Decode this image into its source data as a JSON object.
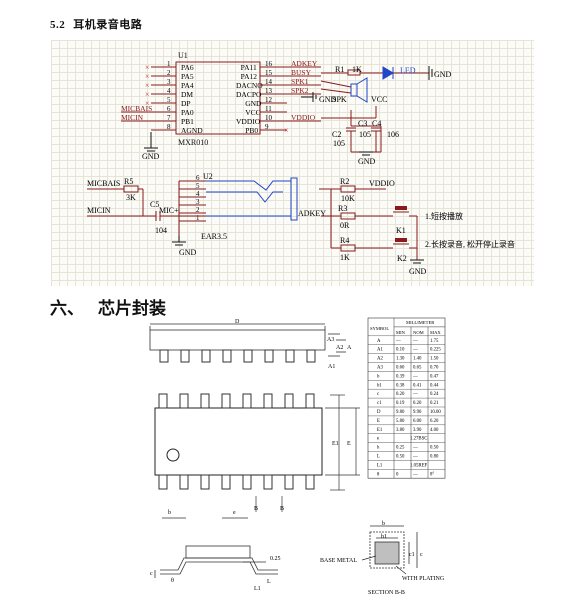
{
  "section": {
    "number": "5.2",
    "title": "耳机录音电路"
  },
  "chapter": {
    "number": "六、",
    "title": "芯片封装"
  },
  "u1": {
    "ref": "U1",
    "part": "MXR010",
    "left_pins": [
      {
        "num": "1",
        "name": "PA6",
        "net": ""
      },
      {
        "num": "2",
        "name": "PA5",
        "net": ""
      },
      {
        "num": "3",
        "name": "PA4",
        "net": ""
      },
      {
        "num": "4",
        "name": "DM",
        "net": ""
      },
      {
        "num": "5",
        "name": "DP",
        "net": ""
      },
      {
        "num": "6",
        "name": "PA0",
        "net": "MICBAIS"
      },
      {
        "num": "7",
        "name": "PB1",
        "net": "MICIN"
      },
      {
        "num": "8",
        "name": "AGND",
        "net": ""
      }
    ],
    "right_pins": [
      {
        "num": "16",
        "name": "PA11",
        "net": "ADKEY"
      },
      {
        "num": "15",
        "name": "PA12",
        "net": "BUSY"
      },
      {
        "num": "14",
        "name": "DACNO",
        "net": "SPK1"
      },
      {
        "num": "13",
        "name": "DACPO",
        "net": "SPK2"
      },
      {
        "num": "12",
        "name": "GND",
        "net": ""
      },
      {
        "num": "11",
        "name": "VCC",
        "net": ""
      },
      {
        "num": "10",
        "name": "VDDIO",
        "net": "VDDIO"
      },
      {
        "num": "9",
        "name": "PB0",
        "net": ""
      }
    ]
  },
  "top_parts": {
    "r1": "R1",
    "r1_val": "1K",
    "led": "LED",
    "gnd": "GND",
    "spk": "SPK",
    "vcc": "VCC",
    "c2": "C2",
    "c2_val": "105",
    "c3": "C3",
    "c3_val": "105",
    "c4": "C4",
    "c4_val": "106"
  },
  "u2": {
    "ref": "U2",
    "part": "EAR3.5",
    "pins": [
      "6",
      "5",
      "4",
      "3",
      "2",
      "1"
    ]
  },
  "bottom_parts": {
    "micbais": "MICBAIS",
    "micin": "MICIN",
    "r5": "R5",
    "r5_val": "3K",
    "c5": "C5",
    "c5_val": "104",
    "micplus": "MIC+",
    "r2": "R2",
    "r2_val": "10K",
    "vddio": "VDDIO",
    "r3": "R3",
    "r3_val": "0R",
    "r4": "R4",
    "r4_val": "1K",
    "adkey": "ADKEY",
    "k1": "K1",
    "k2": "K2",
    "gnd": "GND"
  },
  "notes": [
    "1.短按播放",
    "2.长按录音, 松开停止录音"
  ],
  "pkg_labels": {
    "D": "D",
    "A3": "A3",
    "A2": "A2",
    "A": "A",
    "A1": "A1",
    "E1": "E1",
    "E": "E",
    "b": "b",
    "e": "e",
    "B": "B",
    "c": "c",
    "theta": "θ",
    "L1": "L1",
    "L": "L",
    "dim025": "0.25",
    "base_metal": "BASE METAL",
    "with_plating": "WITH PLATING",
    "section": "SECTION B-B",
    "b1": "b1",
    "c1": "c1"
  },
  "dim_table": {
    "headers": [
      "SYMBOL",
      "MILLIMETER",
      "MIN",
      "NOM",
      "MAX"
    ],
    "rows": [
      [
        "A",
        "—",
        "—",
        "1.75"
      ],
      [
        "A1",
        "0.10",
        "—",
        "0.225"
      ],
      [
        "A2",
        "1.30",
        "1.40",
        "1.50"
      ],
      [
        "A3",
        "0.60",
        "0.65",
        "0.70"
      ],
      [
        "b",
        "0.39",
        "—",
        "0.47"
      ],
      [
        "b1",
        "0.38",
        "0.41",
        "0.44"
      ],
      [
        "c",
        "0.20",
        "—",
        "0.24"
      ],
      [
        "c1",
        "0.19",
        "0.20",
        "0.21"
      ],
      [
        "D",
        "9.80",
        "9.90",
        "10.00"
      ],
      [
        "E",
        "5.80",
        "6.00",
        "6.20"
      ],
      [
        "E1",
        "3.80",
        "3.90",
        "4.00"
      ],
      [
        "e",
        "1.27BSC",
        "",
        ""
      ],
      [
        "h",
        "0.25",
        "—",
        "0.50"
      ],
      [
        "L",
        "0.50",
        "—",
        "0.80"
      ],
      [
        "L1",
        "1.05REF",
        "",
        ""
      ],
      [
        "θ",
        "0",
        "—",
        "8°"
      ]
    ]
  }
}
